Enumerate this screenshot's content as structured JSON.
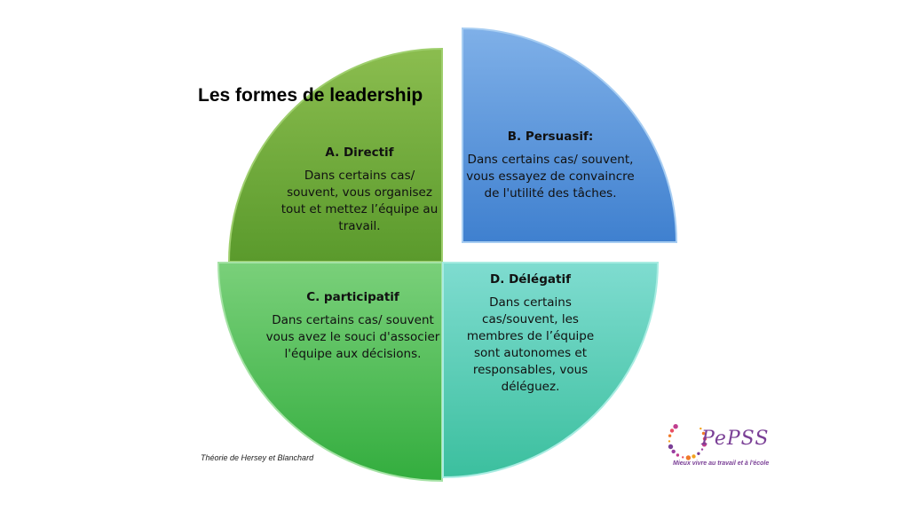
{
  "title": "Les formes de leadership",
  "quadrants": [
    {
      "key": "A",
      "heading": "A. Directif",
      "text": "Dans certains cas/ souvent, vous organisez tout et mettez l’équipe au travail.",
      "color": "#6fa63a"
    },
    {
      "key": "B",
      "heading": "B. Persuasif:",
      "text": "Dans certains cas/ souvent, vous essayez de convaincre de l'utilité des tâches.",
      "color": "#4a8fd8"
    },
    {
      "key": "C",
      "heading": "C. participatif",
      "text": "Dans certains cas/ souvent vous avez le souci d'associer l'équipe aux décisions.",
      "color": "#47b84a"
    },
    {
      "key": "D",
      "heading": "D. Délégatif",
      "text": "Dans certains cas/souvent, les membres de l’équipe sont autonomes et responsables, vous déléguez.",
      "color": "#4ccab0"
    }
  ],
  "credit": "Théorie de Hersey et Blanchard",
  "logo": {
    "name": "PePSS",
    "tagline": "Mieux vivre au travail et à l'école",
    "color": "#7a3f96"
  }
}
